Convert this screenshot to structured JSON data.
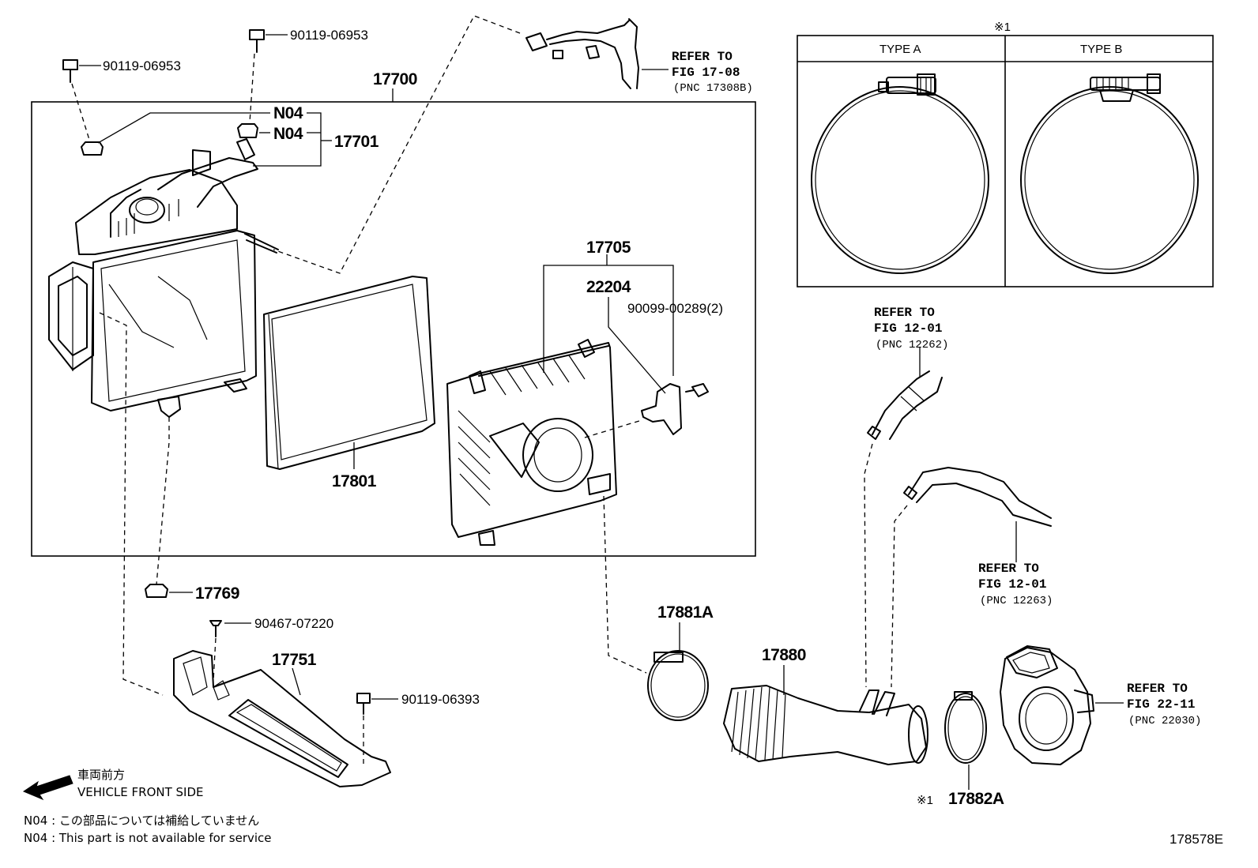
{
  "diagram": {
    "code": "178578E",
    "asterisk_note": "※1",
    "clamp_types": {
      "type_a": "TYPE A",
      "type_b": "TYPE B"
    },
    "labels": {
      "p17700": "17700",
      "p17701": "17701",
      "n04_a": "N04",
      "n04_b": "N04",
      "p17705": "17705",
      "p22204": "22204",
      "p90099_00289": "90099-00289(2)",
      "p17801": "17801",
      "p17769": "17769",
      "p90467_07220": "90467-07220",
      "p17751": "17751",
      "p90119_06393": "90119-06393",
      "p90119_06953_a": "90119-06953",
      "p90119_06953_b": "90119-06953",
      "p17881a": "17881A",
      "p17880": "17880",
      "p17882a_mark": "※1",
      "p17882a": "17882A"
    },
    "refs": {
      "fig17_08": {
        "line1": "REFER TO",
        "line2": "FIG 17-08",
        "line3": "(PNC 17308B)"
      },
      "fig12_01_a": {
        "line1": "REFER TO",
        "line2": "FIG 12-01",
        "line3": "(PNC 12262)"
      },
      "fig12_01_b": {
        "line1": "REFER TO",
        "line2": "FIG 12-01",
        "line3": "(PNC 12263)"
      },
      "fig22_11": {
        "line1": "REFER TO",
        "line2": "FIG 22-11",
        "line3": "(PNC 22030)"
      }
    },
    "front": {
      "jp": "車両前方",
      "en": "VEHICLE FRONT SIDE"
    },
    "notes": {
      "jp": "N04 : この部品については補給していません",
      "en": "N04 : This part is not available for service"
    }
  }
}
